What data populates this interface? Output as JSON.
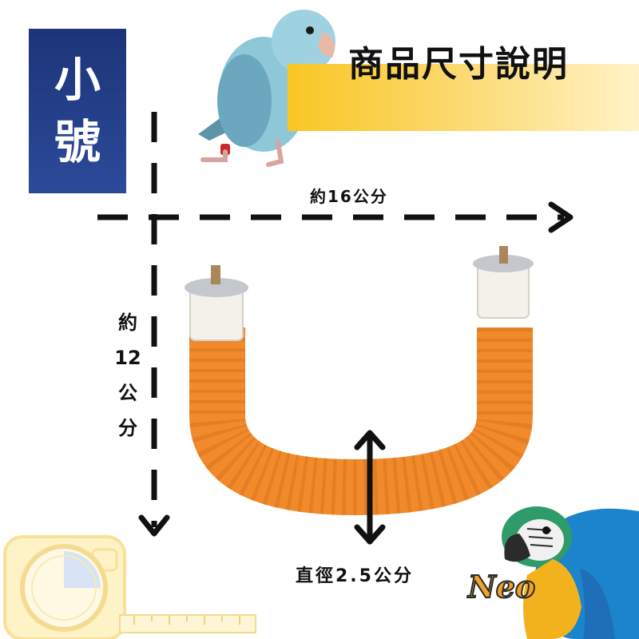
{
  "size_badge": {
    "line1": "小",
    "line2": "號"
  },
  "title": "商品尺寸說明",
  "labels": {
    "width": "約16公分",
    "height_chars": [
      "約",
      "12",
      "公",
      "分"
    ],
    "diameter": "直徑2.5公分"
  },
  "brand": "Neo",
  "icons": {
    "top_right": "parakeet-photo",
    "bottom_right": "macaw-photo",
    "bottom_left": "tape-measure-icon",
    "product": "u-shaped-rope-perch"
  },
  "colors": {
    "badge": "#1d3478",
    "title_band": "#f9c623",
    "rope": "#f08a2a",
    "rope_end": "#f4f1ea",
    "arrow": "#111111"
  }
}
